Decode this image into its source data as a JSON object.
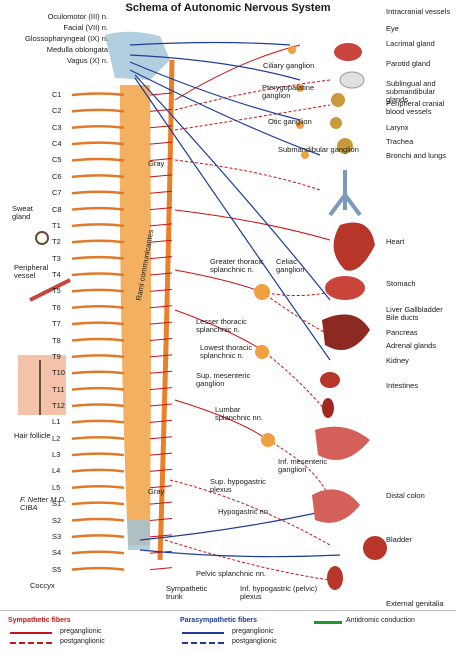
{
  "title": "Schema of Autonomic Nervous System",
  "cranial_labels": [
    "Oculomotor (III) n.",
    "Facial (VII) n.",
    "Glossopharyngeal (IX) n.",
    "Medulla oblongata",
    "Vagus (X) n."
  ],
  "segments": [
    "C1",
    "C2",
    "C3",
    "C4",
    "C5",
    "C6",
    "C7",
    "C8",
    "T1",
    "T2",
    "T3",
    "T4",
    "T5",
    "T6",
    "T7",
    "T8",
    "T9",
    "T10",
    "T11",
    "T12",
    "L1",
    "L2",
    "L3",
    "L4",
    "L5",
    "S1",
    "S2",
    "S3",
    "S4",
    "S5",
    "Coccyx"
  ],
  "ganglia": {
    "ciliary": "Ciliary ganglion",
    "pterygopalatine": "Pterygopalatine ganglion",
    "otic": "Otic ganglion",
    "submandibular": "Submandibular ganglion",
    "greater_splanchnic": "Greater thoracic splanchnic n.",
    "celiac": "Celiac ganglion",
    "lesser_splanchnic": "Lesser thoracic splanchnic n.",
    "lowest_splanchnic": "Lowest thoracic splanchnic n.",
    "sup_mesenteric": "Sup. mesenteric ganglion",
    "lumbar_splanchnic": "Lumbar splanchnic nn.",
    "inf_mesenteric": "Inf. mesenteric ganglion",
    "sup_hypogastric": "Sup. hypogastric plexus",
    "hypogastric": "Hypogastric nn.",
    "pelvic_splanchnic": "Pelvic splanchnic nn.",
    "sympathetic_trunk": "Sympathetic trunk",
    "inf_hypogastric": "Inf. hypogastric (pelvic) plexus",
    "gray": "Gray",
    "rami": "Rami communicantes"
  },
  "organs": [
    "Intracranial vessels",
    "Eye",
    "Lacrimal gland",
    "Parotid gland",
    "Sublingual and submandibular glands",
    "Peripheral cranial blood vessels",
    "Larynx",
    "Trachea",
    "Bronchi and lungs",
    "Heart",
    "Stomach",
    "Liver Gallbladder Bile ducts",
    "Pancreas",
    "Adrenal glands",
    "Kidney",
    "Intestines",
    "Distal colon",
    "Bladder",
    "External genitalia"
  ],
  "left_labels": {
    "sweat": "Sweat gland",
    "vessel": "Peripheral vessel",
    "hair": "Hair follicle",
    "signature": "F. Netter M.D. CIBA"
  },
  "legend": {
    "sym": "Sympathetic fibers",
    "sym_pre": "preganglionic",
    "sym_post": "postganglionic",
    "para": "Parasympathetic fibers",
    "para_pre": "preganglionic",
    "para_post": "postganglionic",
    "anti": "Antidromic conduction"
  },
  "colors": {
    "sym": "#c81414",
    "para": "#1e3c96",
    "anti": "#1e9a2a",
    "cord": "#f0a04a",
    "organ": "#b8352a",
    "gland": "#c99a3c"
  }
}
